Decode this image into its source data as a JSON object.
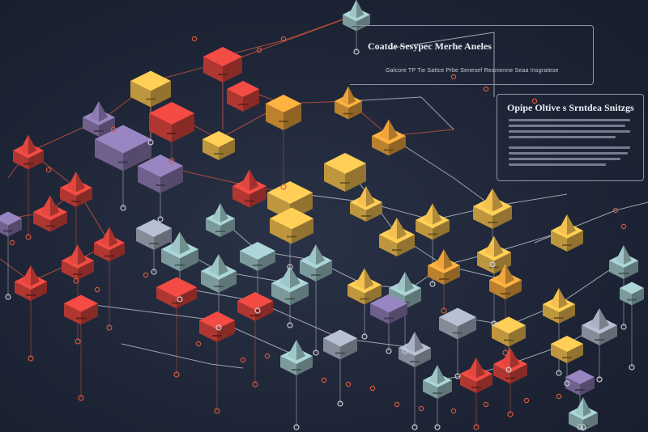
{
  "panels": {
    "top": {
      "title": "Coatde Sesypec Merhe Aneles",
      "subtitle": "Galcore TP Tie Sattce Prbe Senesef Reamenne Seaa Insgratese"
    },
    "right": {
      "title": "Opipe Oltive s Srntdea Snitzgs"
    }
  },
  "colors": {
    "background": "#1f2638",
    "node_red": "#e2463f",
    "node_orange": "#f0a63c",
    "node_yellow": "#f4c050",
    "node_purple": "#8e7bb4",
    "node_teal": "#9fc6c8",
    "node_gray": "#aab3c4",
    "link_red": "#d9583e",
    "link_light": "#c9cdd6"
  }
}
